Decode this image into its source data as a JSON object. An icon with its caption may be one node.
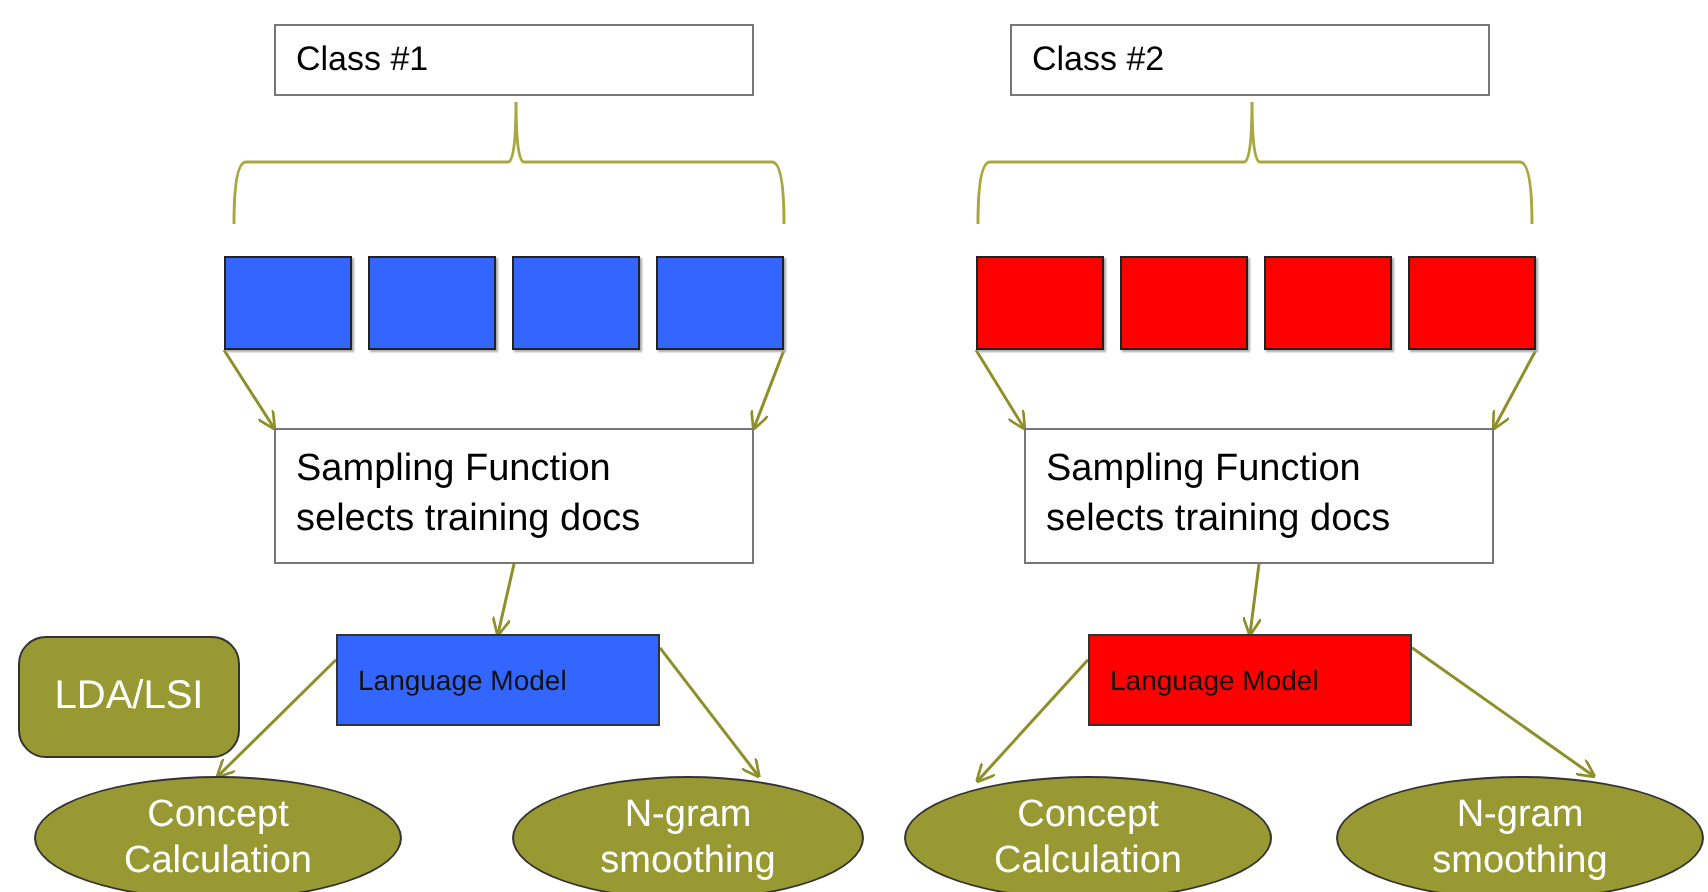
{
  "diagram": {
    "nodes": [
      {
        "text": [
          "Class #1"
        ]
      },
      {
        "text": [
          "Class #2"
        ]
      },
      {
        "text": [],
        "shape": "box"
      },
      {
        "text": [],
        "shape": "box"
      },
      {
        "text": [],
        "shape": "box"
      },
      {
        "text": [],
        "shape": "box"
      },
      {
        "text": [],
        "shape": "box"
      },
      {
        "text": [],
        "shape": "box"
      },
      {
        "text": [],
        "shape": "box"
      },
      {
        "text": [],
        "shape": "box"
      },
      {
        "text": [
          "Sampling Function selects training docs"
        ]
      },
      {
        "text": [
          "Sampling Function selects training docs"
        ]
      },
      {
        "text": [
          "LDA/LSI"
        ]
      },
      {
        "text": [
          "Language Model"
        ]
      },
      {
        "text": [
          "Language Model"
        ]
      },
      {
        "text": [
          "Concept Calculation"
        ]
      },
      {
        "text": [
          "N-gram smoothing"
        ]
      },
      {
        "text": [
          "Concept Calculation"
        ]
      },
      {
        "text": [
          "N-gram smoothing"
        ]
      }
    ],
    "edges": [
      {
        "from": 2,
        "to": 10,
        "arrow": "to"
      },
      {
        "from": 5,
        "to": 10,
        "arrow": "to"
      },
      {
        "from": 6,
        "to": 11,
        "arrow": "to"
      },
      {
        "from": 9,
        "to": 11,
        "arrow": "to"
      },
      {
        "from": 10,
        "to": 13,
        "arrow": "to"
      },
      {
        "from": 11,
        "to": 14,
        "arrow": "to"
      },
      {
        "from": 13,
        "to": 15,
        "arrow": "to"
      },
      {
        "from": 13,
        "to": 16,
        "arrow": "to"
      },
      {
        "from": 14,
        "to": 17,
        "arrow": "to"
      },
      {
        "from": 14,
        "to": 18,
        "arrow": "to"
      }
    ]
  }
}
